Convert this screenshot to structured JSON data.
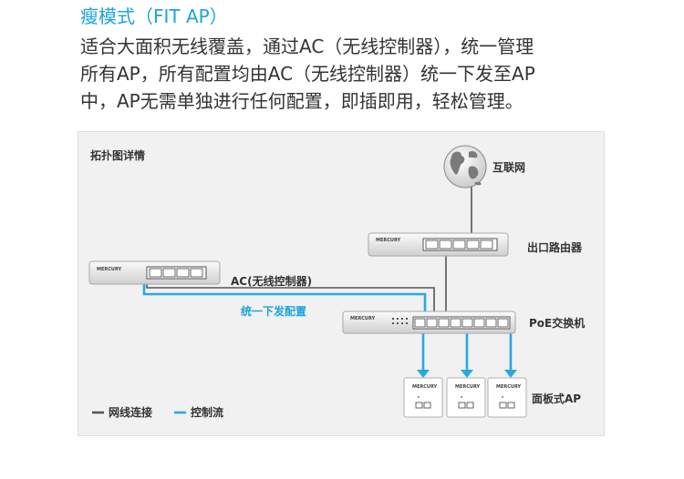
{
  "header": {
    "title": "瘦模式（FIT AP）",
    "lines": [
      "适合大面积无线覆盖，通过AC（无线控制器），统一管理",
      "所有AP，所有配置均由AC（无线控制器）统一下发至AP",
      "中，AP无需单独进行任何配置，即插即用，轻松管理。"
    ]
  },
  "diagram": {
    "title": "拓扑图详情",
    "internet_label": "互联网",
    "router_label": "出口路由器",
    "ac_label": "AC(无线控制器)",
    "config_label": "统一下发配置",
    "poe_label": "PoE交换机",
    "ap_label": "面板式AP",
    "brand": "MERCURY",
    "legend": {
      "network_line": "网线连接",
      "control_flow": "控制流"
    },
    "colors": {
      "network_line": "#555555",
      "control_flow": "#29a8e0",
      "accent": "#1aa4de"
    }
  }
}
